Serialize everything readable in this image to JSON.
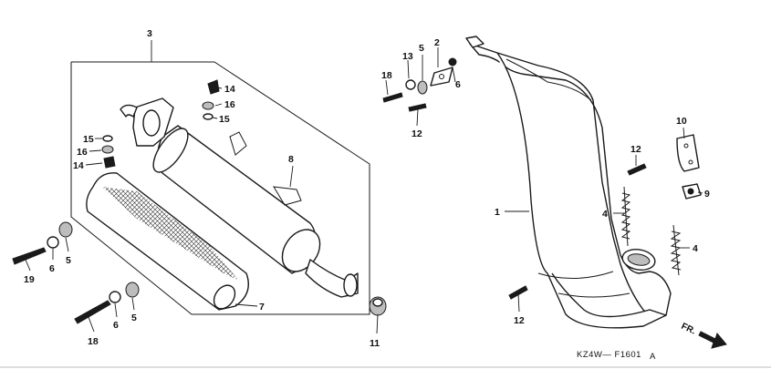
{
  "figure_code": "KZ4W— F1601",
  "figure_suffix": "A",
  "direction_label": "FR.",
  "callouts": {
    "muffler_assy": "3",
    "exhaust_pipe": "1",
    "pipe_gasket": "2",
    "spring_left": "4",
    "spring_right": "4",
    "bolt_13_top": "5",
    "collar_5_mid": "5",
    "collar_5_low": "5",
    "washer_6_top": "6",
    "washer_6_mid": "6",
    "washer_6_low": "6",
    "bracket_8": "8",
    "protector_9": "9",
    "stay_10": "10",
    "packing_11": "11",
    "bolt_12_top": "12",
    "bolt_12_right": "12",
    "bolt_12_low": "12",
    "nut_13": "13",
    "bolt_14_top": "14",
    "bolt_14_left": "14",
    "washer_15_top": "15",
    "washer_15_left": "15",
    "grommet_16_top": "16",
    "grommet_16_left": "16",
    "bolt_18_top": "18",
    "bolt_18_low": "18",
    "bolt_19": "19"
  }
}
